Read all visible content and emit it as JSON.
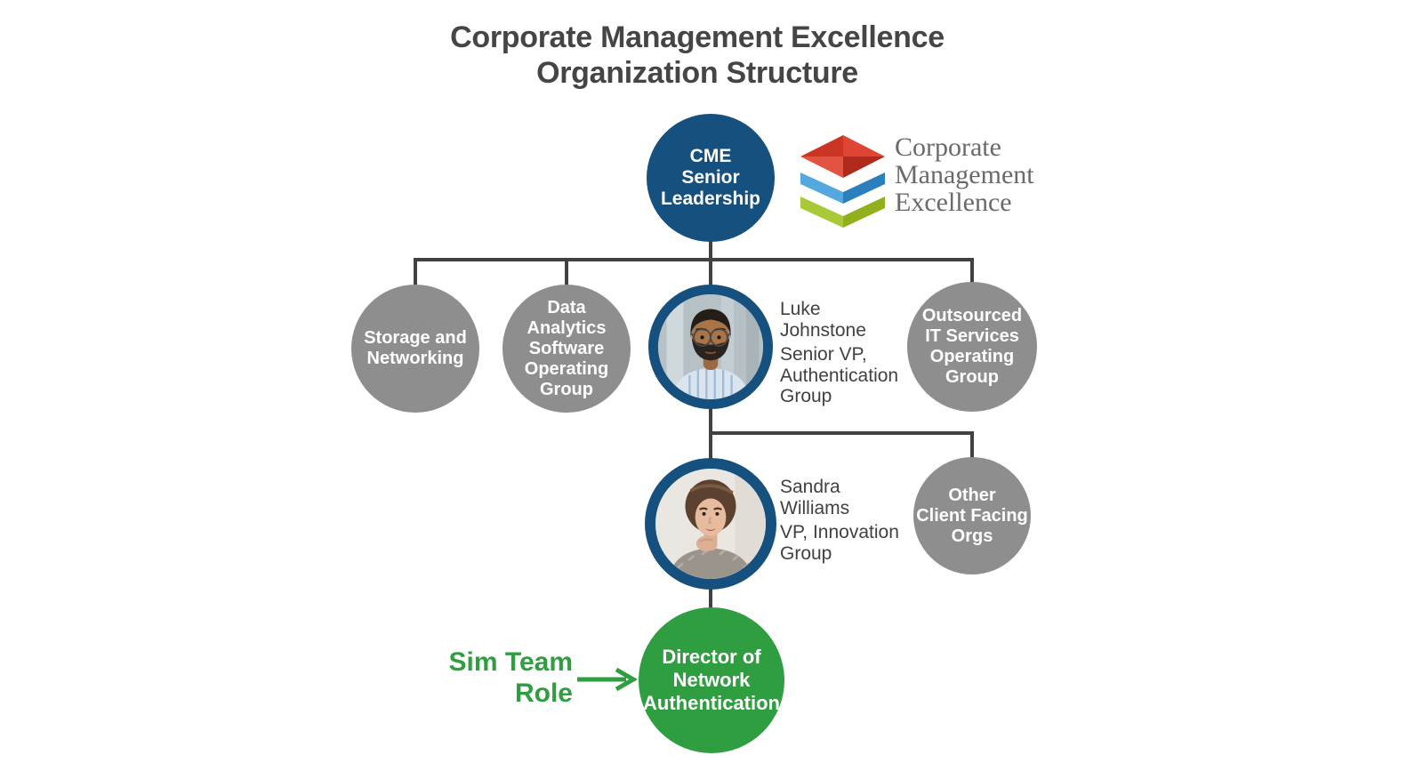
{
  "title": {
    "text": "Corporate Management Excellence\nOrganization Structure"
  },
  "logo": {
    "brand": "Corporate\nManagement\nExcellence",
    "icon": "layered-diamond-logo-icon"
  },
  "colors": {
    "navy": "#15507e",
    "gray_node": "#8e8e8e",
    "green_node": "#2f9e41",
    "connector": "#414141",
    "title_text": "#454545",
    "label_text": "#414141",
    "logo_text": "#6a6a6a",
    "logo_red": "#d23b2a",
    "logo_blue": "#3d95d0",
    "logo_green": "#9fc22e"
  },
  "org": {
    "cme": {
      "label": "CME\nSenior\nLeadership"
    },
    "storage": {
      "label": "Storage and\nNetworking"
    },
    "data_analytics": {
      "label": "Data\nAnalytics\nSoftware\nOperating\nGroup"
    },
    "luke": {
      "name": "Luke\nJohnstone",
      "title": "Senior VP,\nAuthentication\nGroup",
      "photo": "man-with-beard-and-glasses-photo"
    },
    "outsourced": {
      "label": "Outsourced\nIT Services\nOperating\nGroup"
    },
    "sandra": {
      "name": "Sandra\nWilliams",
      "title": "VP, Innovation\nGroup",
      "photo": "woman-short-brown-hair-photo"
    },
    "other": {
      "label": "Other\nClient Facing\nOrgs"
    },
    "director": {
      "label": "Director of\nNetwork\nAuthentication"
    }
  },
  "annotation": {
    "sim_team_role": "Sim Team\nRole"
  }
}
